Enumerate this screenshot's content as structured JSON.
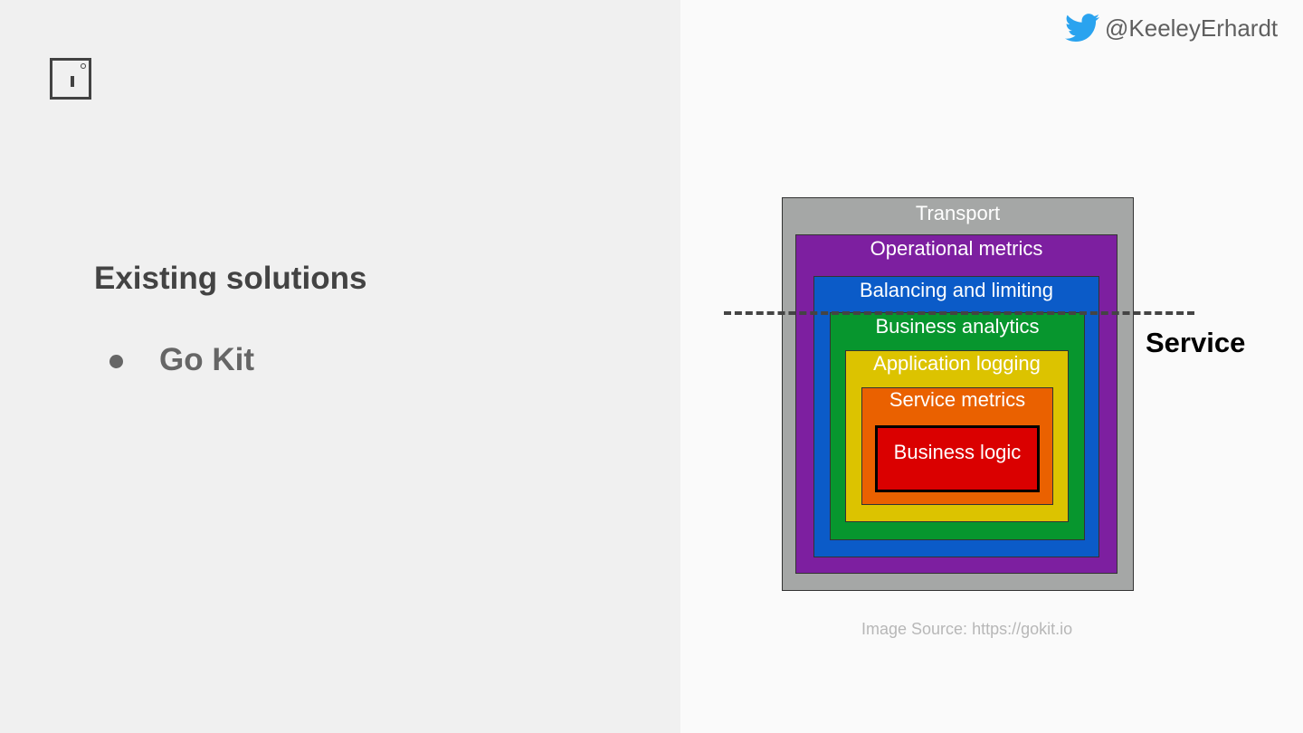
{
  "slide": {
    "title": "Existing solutions",
    "bullets": [
      "Go Kit"
    ]
  },
  "header": {
    "twitter_handle": "@KeeleyErhardt",
    "twitter_icon": "twitter-bird-icon",
    "logo_icon": "brand-logo-icon"
  },
  "diagram": {
    "layers": [
      {
        "label": "Transport",
        "color": "#a5a7a6"
      },
      {
        "label": "Operational metrics",
        "color": "#7d1fa0"
      },
      {
        "label": "Balancing and limiting",
        "color": "#0b5bc8"
      },
      {
        "label": "Business analytics",
        "color": "#07962e"
      },
      {
        "label": "Application logging",
        "color": "#dcc300"
      },
      {
        "label": "Service metrics",
        "color": "#ea6100"
      },
      {
        "label": "Business logic",
        "color": "#da0000"
      }
    ],
    "boundary_label": "Service",
    "source_caption": "Image Source: https://gokit.io"
  }
}
